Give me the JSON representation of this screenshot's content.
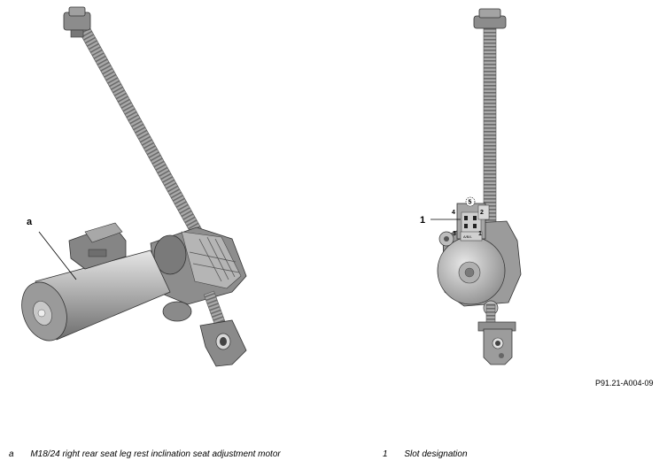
{
  "callouts": {
    "a": "a",
    "one": "1"
  },
  "connector_pins": {
    "pin1": "1",
    "pin2": "2",
    "pin3": "3",
    "pin4": "4",
    "pin5": "5"
  },
  "figure_reference": "P91.21-A004-09",
  "legend": [
    {
      "key": "a",
      "text": "M18/24 right rear seat leg rest inclination seat adjustment motor"
    },
    {
      "key": "1",
      "text": "Slot designation"
    }
  ]
}
